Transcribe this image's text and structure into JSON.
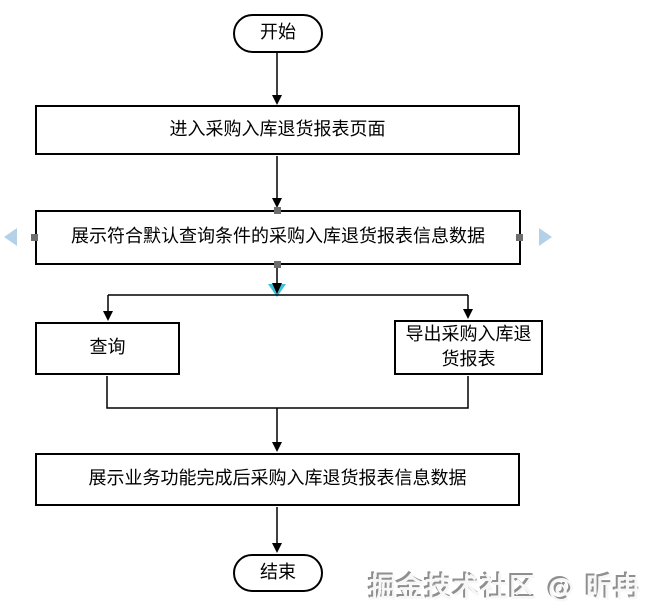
{
  "flowchart": {
    "nodes": {
      "start": {
        "label": "开始",
        "type": "terminator"
      },
      "enter_page": {
        "label": "进入采购入库退货报表页面",
        "type": "process"
      },
      "show_default": {
        "label": "展示符合默认查询条件的采购入库退货报表信息数据",
        "type": "process",
        "selected": true
      },
      "query": {
        "label": "查询",
        "type": "process"
      },
      "export_report": {
        "label": "导出采购入库退货报表",
        "type": "process"
      },
      "show_after": {
        "label": "展示业务功能完成后采购入库退货报表信息数据",
        "type": "process"
      },
      "end": {
        "label": "结束",
        "type": "terminator"
      }
    }
  },
  "watermark": {
    "text": "掘金技术社区 @ 昕冉"
  },
  "colors": {
    "canvas_bg": "#ffffff",
    "shape_border": "#000000",
    "shape_fill": "#ffffff",
    "text": "#000000",
    "connector": "#000000",
    "selection_handle": "#6e6e6e",
    "direction_arrow": "#b3d1e8",
    "selected_endpoint": "#3fc1dc",
    "watermark_fill": "#f7f7f7",
    "watermark_shadow": "#8f8f8f"
  }
}
